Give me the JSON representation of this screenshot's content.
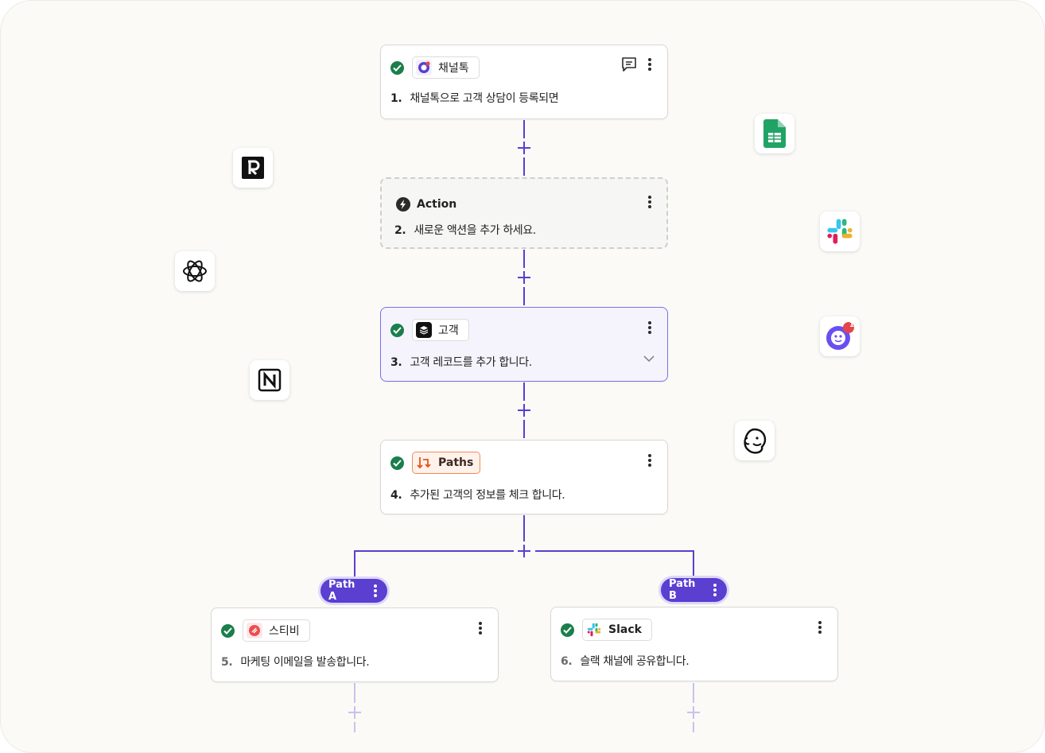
{
  "steps": [
    {
      "app": "채널톡",
      "number": "1.",
      "text": "채널톡으로 고객 상담이 등록되면"
    },
    {
      "app": "Action",
      "number": "2.",
      "text": "새로운 액션을 추가 하세요."
    },
    {
      "app": "고객",
      "number": "3.",
      "text": "고객 레코드를 추가 합니다."
    },
    {
      "app": "Paths",
      "number": "4.",
      "text": "추가된 고객의 정보를 체크 합니다."
    },
    {
      "app": "스티비",
      "number": "5.",
      "text": "마케팅 이메일을 발송합니다."
    },
    {
      "app": "Slack",
      "number": "6.",
      "text": "슬랙 채널에 공유합니다."
    }
  ],
  "paths": [
    {
      "label": "Path A"
    },
    {
      "label": "Path B"
    }
  ],
  "floating_apps": [
    "retool-icon",
    "openai-icon",
    "notion-icon",
    "google-sheets-icon",
    "slack-icon",
    "channel-talk-icon",
    "mailchimp-icon"
  ],
  "channel_badge": "1",
  "colors": {
    "accent": "#5a3fd0",
    "check": "#1a7f4b",
    "selected_border": "#7c72e6",
    "paths_border": "#f08b5b",
    "canvas": "#fbfaf6"
  }
}
